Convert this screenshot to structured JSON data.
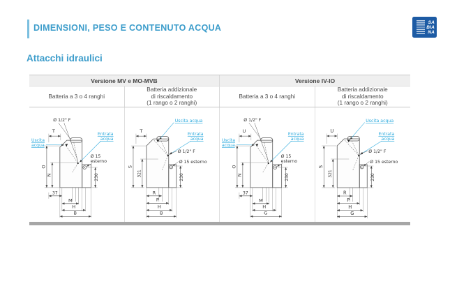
{
  "colors": {
    "accent": "#3d9dcb",
    "label_cyan": "#2aa9dd",
    "logo_bg": "#1d5ba4",
    "header_bg": "#efefef",
    "table_border": "#c8c8c8",
    "bottom_bar": "#a6a6a6"
  },
  "header": {
    "title": "DIMENSIONI, PESO E CONTENUTO ACQUA",
    "logo": {
      "lines": [
        "SA",
        "BIA",
        "NA"
      ]
    }
  },
  "section": {
    "title": "Attacchi idraulici"
  },
  "table": {
    "groups": [
      {
        "label": "Versione MV e MO-MVB"
      },
      {
        "label": "Versione IV-IO"
      }
    ],
    "columns": [
      {
        "lines": [
          "Batteria a 3 o 4 ranghi"
        ]
      },
      {
        "lines": [
          "Batteria addizionale",
          "di riscaldamento",
          "(1 rango o 2 ranghi)"
        ]
      },
      {
        "lines": [
          "Batteria a 3 o 4 ranghi"
        ]
      },
      {
        "lines": [
          "Batteria addizionale",
          "di riscaldamento",
          "(1 rango o 2 ranghi)"
        ]
      }
    ]
  },
  "diagrams": [
    {
      "labels": {
        "fitting_top": "Ø 1/2\" F",
        "dim_top": "T",
        "outlet_1": "Uscita",
        "outlet_2": "acqua",
        "inlet_1": "Entrata",
        "inlet_2": "acqua",
        "side_1": "Ø 15",
        "side_2": "esterno",
        "dim_v1": "O",
        "dim_v2": "N",
        "dim_v3": "230",
        "dim_b0": "37",
        "dim_b1": "M",
        "dim_b2": "H",
        "dim_b3": "B"
      }
    },
    {
      "labels": {
        "outlet": "Uscita acqua",
        "dim_top": "T",
        "inlet_1": "Entrata",
        "inlet_2": "acqua",
        "fitting": "Ø 1/2\" F",
        "side": "Ø 15 esterno",
        "dim_v1": "S",
        "dim_v2": "321",
        "dim_v3": "230",
        "dim_b1": "R",
        "dim_b2": "P",
        "dim_b3": "H",
        "dim_b4": "B"
      }
    },
    {
      "labels": {
        "fitting_top": "Ø 1/2\" F",
        "dim_top": "U",
        "outlet_1": "Uscita",
        "outlet_2": "acqua",
        "inlet_1": "Entrata",
        "inlet_2": "acqua",
        "side_1": "Ø 15",
        "side_2": "esterno",
        "dim_v1": "O",
        "dim_v2": "N",
        "dim_v3": "230",
        "dim_b0": "37",
        "dim_b1": "M",
        "dim_b2": "H",
        "dim_b3": "G"
      }
    },
    {
      "labels": {
        "outlet": "Uscita acqua",
        "dim_top": "U",
        "inlet_1": "Entrata",
        "inlet_2": "acqua",
        "fitting": "Ø 1/2\" F",
        "side": "Ø 15 esterno",
        "dim_v1": "S",
        "dim_v2": "321",
        "dim_v3": "230",
        "dim_b1": "R",
        "dim_b2": "P",
        "dim_b3": "H",
        "dim_b4": "G"
      }
    }
  ]
}
